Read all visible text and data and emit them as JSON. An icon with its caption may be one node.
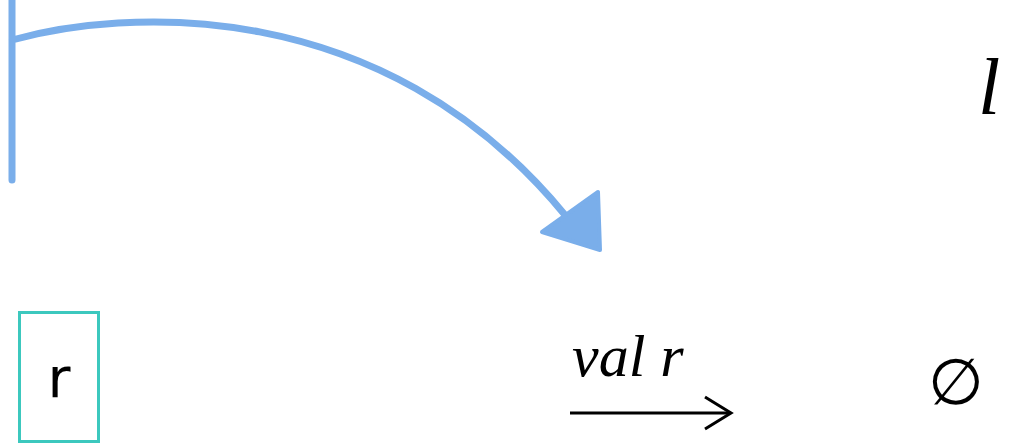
{
  "diagram": {
    "nodes": [
      {
        "text": [
          "r"
        ]
      }
    ],
    "labels": [
      "l",
      "val r",
      "∅"
    ]
  }
}
